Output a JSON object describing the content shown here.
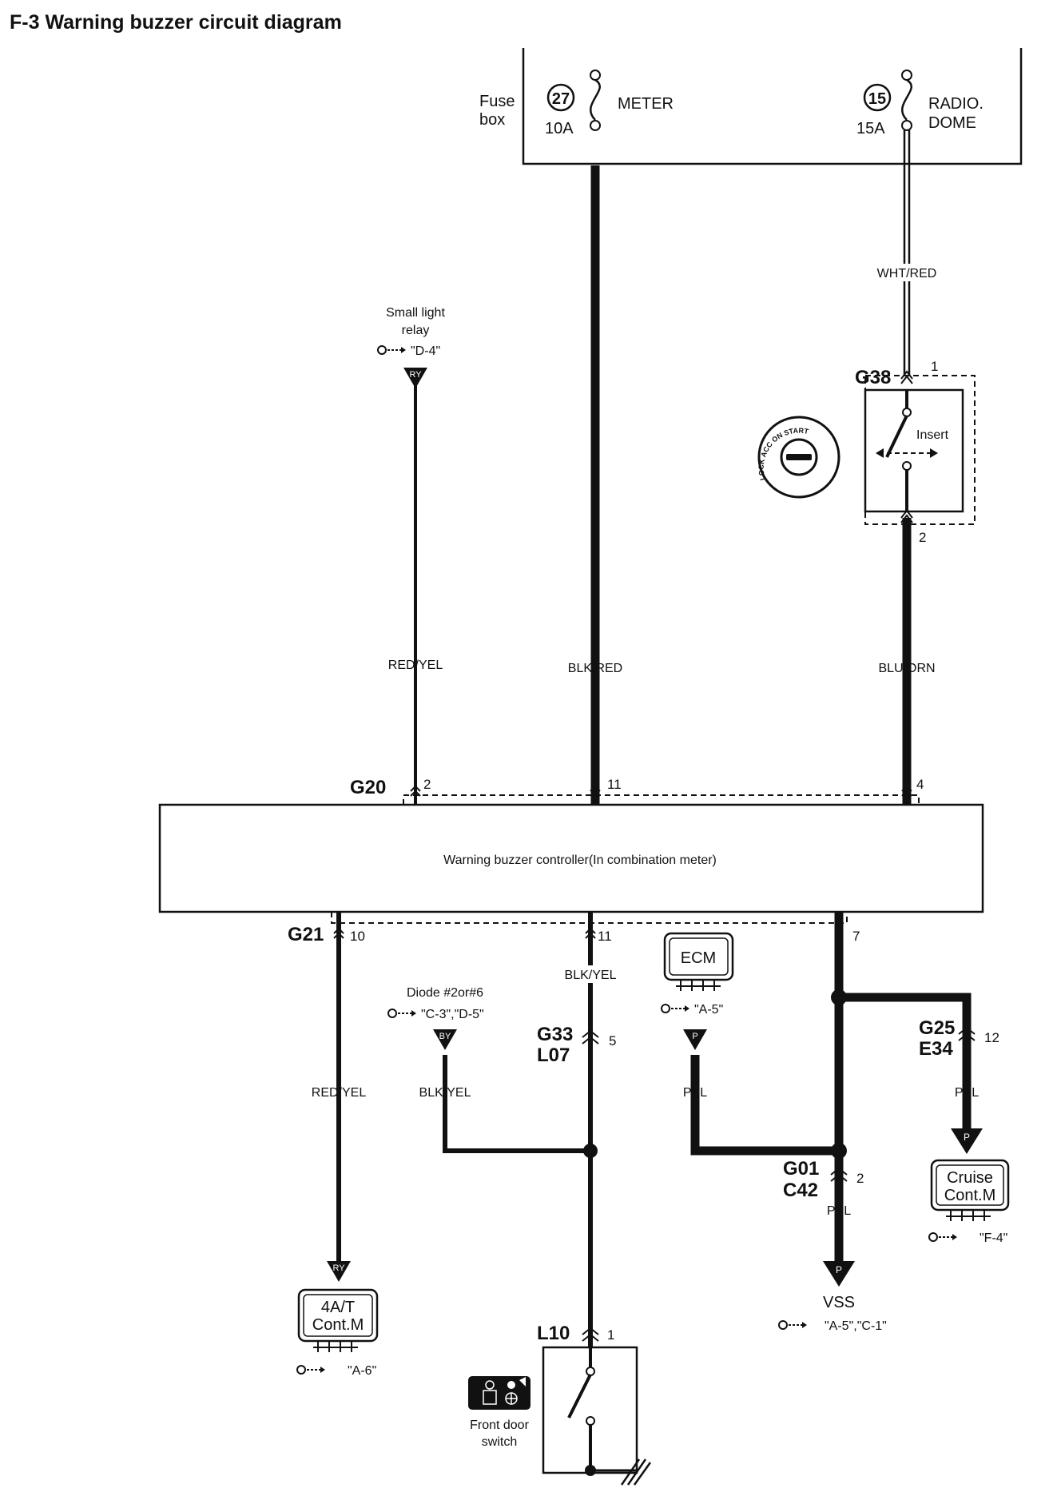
{
  "title": "F-3 Warning buzzer circuit diagram",
  "fuse_box": {
    "label_line1": "Fuse",
    "label_line2": "box",
    "fuse_a": {
      "number": "27",
      "rating": "10A",
      "name": "METER"
    },
    "fuse_b": {
      "number": "15",
      "rating": "15A",
      "name_line1": "RADIO.",
      "name_line2": "DOME"
    }
  },
  "small_light_relay": {
    "line1": "Small light",
    "line2": "relay",
    "ref": "\"D-4\"",
    "terminal": "RY"
  },
  "ignition_switch": {
    "connector": "G38",
    "pin_top": "1",
    "pin_bottom": "2",
    "insert_label": "Insert",
    "key_positions": "LOCK ACC ON START"
  },
  "wires": {
    "left_top": "RED/YEL",
    "center_top": "BLK/RED",
    "right_top_upper": "WHT/RED",
    "right_top_lower": "BLU/ORN",
    "left_bottom": "RED/YEL",
    "diode_wire": "BLK/YEL",
    "center_bottom": "BLK/YEL",
    "ecm_wire": "PPL",
    "cruise_wire": "PPL",
    "vss_wire": "PPL"
  },
  "controller": {
    "label": "Warning buzzer controller(In combination meter)",
    "top_connector": "G20",
    "top_pins": [
      "2",
      "11",
      "4"
    ],
    "bottom_connector": "G21",
    "bottom_pins": [
      "10",
      "11",
      "7"
    ]
  },
  "diode": {
    "line1": "Diode #2or#6",
    "ref": "\"C-3\",\"D-5\"",
    "terminal": "BY"
  },
  "ecm": {
    "label": "ECM",
    "ref": "\"A-5\"",
    "terminal": "P"
  },
  "junction_g33": {
    "line1": "G33",
    "line2": "L07",
    "pin": "5"
  },
  "junction_g25": {
    "line1": "G25",
    "line2": "E34",
    "pin": "12"
  },
  "junction_g01": {
    "line1": "G01",
    "line2": "C42",
    "pin": "2"
  },
  "at_control": {
    "line1": "4A/T",
    "line2": "Cont.M",
    "terminal": "RY",
    "ref": "\"A-6\""
  },
  "cruise_control": {
    "line1": "Cruise",
    "line2": "Cont.M",
    "terminal": "P",
    "ref": "\"F-4\""
  },
  "vss": {
    "label": "VSS",
    "terminal": "P",
    "ref": "\"A-5\",\"C-1\""
  },
  "front_door_switch": {
    "connector": "L10",
    "pin": "1",
    "line1": "Front door",
    "line2": "switch"
  }
}
